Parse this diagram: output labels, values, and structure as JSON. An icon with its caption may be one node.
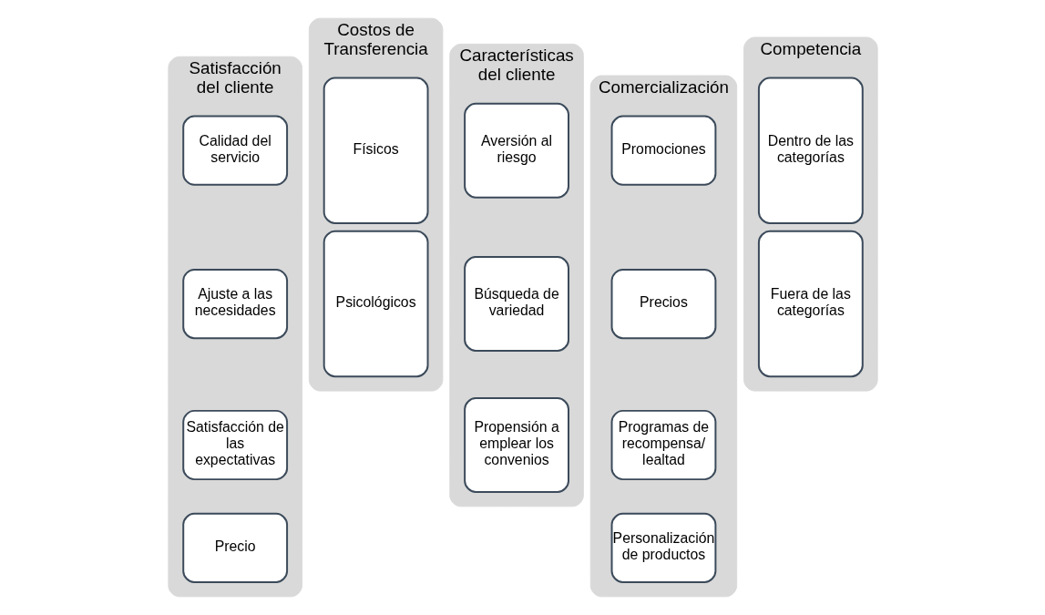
{
  "diagram": {
    "nodes": [
      {
        "text": [
          "Satisfacción del cliente"
        ]
      },
      {
        "text": [
          "Calidad del servicio"
        ],
        "in": 0
      },
      {
        "text": [
          "Ajuste a las necesidades"
        ],
        "in": 0
      },
      {
        "text": [
          "Satisfacción de las expectativas"
        ],
        "in": 0
      },
      {
        "text": [
          "Precio"
        ],
        "in": 0
      },
      {
        "text": [
          "Costos de Transferencia"
        ]
      },
      {
        "text": [
          "Físicos"
        ],
        "in": 5
      },
      {
        "text": [
          "Psicológicos"
        ],
        "in": 5
      },
      {
        "text": [
          "Características del cliente"
        ]
      },
      {
        "text": [
          "Aversión al riesgo"
        ],
        "in": 8
      },
      {
        "text": [
          "Búsqueda de variedad"
        ],
        "in": 8
      },
      {
        "text": [
          "Propensión a emplear los convenios"
        ],
        "in": 8
      },
      {
        "text": [
          "Comercialización"
        ]
      },
      {
        "text": [
          "Promociones"
        ],
        "in": 12
      },
      {
        "text": [
          "Precios"
        ],
        "in": 12
      },
      {
        "text": [
          "Programas de recompensa/ lealtad"
        ],
        "in": 12
      },
      {
        "text": [
          "Personalización de productos"
        ],
        "in": 12
      },
      {
        "text": [
          "Competencia"
        ]
      },
      {
        "text": [
          "Dentro de las categorías"
        ],
        "in": 17
      },
      {
        "text": [
          "Fuera de las categorías"
        ],
        "in": 17
      }
    ],
    "edges": []
  }
}
